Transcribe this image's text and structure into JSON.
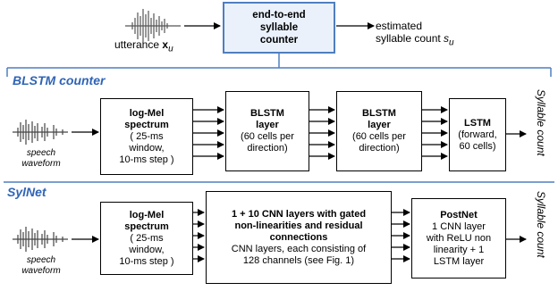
{
  "top": {
    "counter": [
      "end-to-end",
      "syllable",
      "counter"
    ],
    "utterance": "utterance",
    "utterance_sym": "x",
    "utterance_sub": "u",
    "output": [
      "estimated",
      "syllable count "
    ],
    "output_sym": "s",
    "output_sub": "u"
  },
  "blstm": {
    "title": "BLSTM counter",
    "wave": [
      "speech",
      "waveform"
    ],
    "box1": {
      "title": [
        "log-Mel",
        "spectrum"
      ],
      "body": [
        "( 25-ms",
        "window,",
        "10-ms step )"
      ]
    },
    "box2": {
      "title": [
        "BLSTM",
        "layer"
      ],
      "body": [
        "(60 cells per",
        "direction)"
      ]
    },
    "box3": {
      "title": [
        "BLSTM",
        "layer"
      ],
      "body": [
        "(60 cells per",
        "direction)"
      ]
    },
    "box4": {
      "title": [
        "LSTM"
      ],
      "body": [
        "(forward,",
        "60 cells)"
      ]
    },
    "output": "Syllable count"
  },
  "sylnet": {
    "title": "SylNet",
    "wave": [
      "speech",
      "waveform"
    ],
    "box1": {
      "title": [
        "log-Mel",
        "spectrum"
      ],
      "body": [
        "( 25-ms",
        "window,",
        "10-ms step )"
      ]
    },
    "box2": {
      "title": [
        "1 + 10 CNN layers with gated",
        "non-linearities and residual",
        "connections"
      ],
      "body": [
        "CNN layers, each consisting of",
        "128 channels (see Fig. 1)"
      ]
    },
    "box3": {
      "title": [
        "PostNet"
      ],
      "body": [
        "1 CNN layer",
        "with ReLU non",
        "linearity + 1",
        "LSTM layer"
      ]
    },
    "output": "Syllable count"
  },
  "colors": {
    "accent": "#2f64b6",
    "box_border": "#4f7fc0",
    "box_fill": "#eaf1fb"
  }
}
